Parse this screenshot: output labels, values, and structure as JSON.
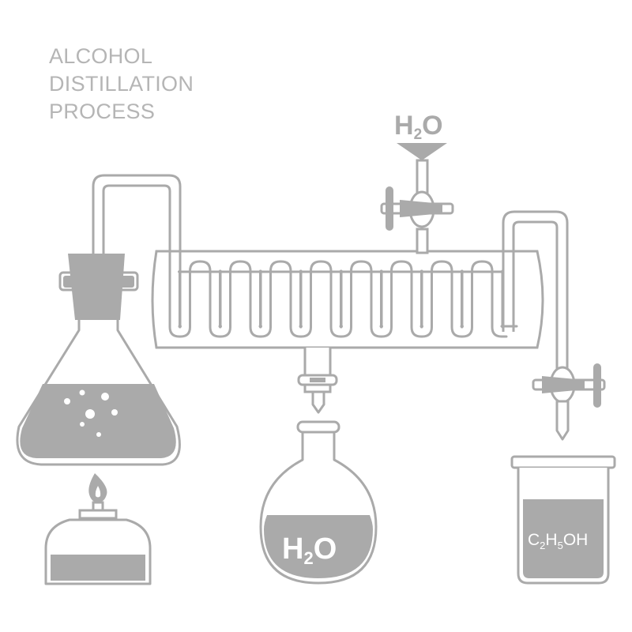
{
  "title": {
    "lines": [
      "ALCOHOL",
      "DISTILLATION",
      "PROCESS"
    ]
  },
  "labels": {
    "water_inlet": {
      "main": "H",
      "sub": "2",
      "tail": "O"
    },
    "water_flask": {
      "main": "H",
      "sub": "2",
      "tail": "O"
    },
    "ethanol_beaker": {
      "parts": [
        {
          "text": "C",
          "sub": false
        },
        {
          "text": "2",
          "sub": true
        },
        {
          "text": "H",
          "sub": false
        },
        {
          "text": "5",
          "sub": true
        },
        {
          "text": "OH",
          "sub": false
        }
      ]
    }
  },
  "colors": {
    "outline": "#aaaaaa",
    "fill": "#aaaaaa",
    "text": "#b5b5b5",
    "label_white": "#ffffff"
  }
}
